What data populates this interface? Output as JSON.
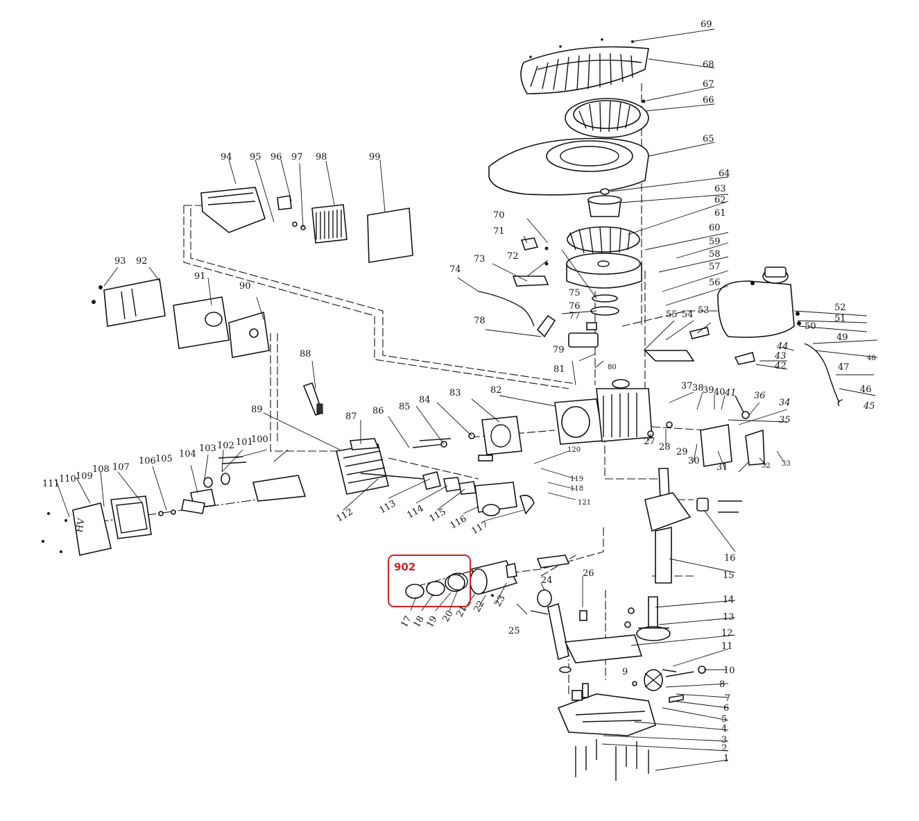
{
  "diagram": {
    "labels": [
      "1",
      "2",
      "3",
      "4",
      "5",
      "6",
      "7",
      "8",
      "9",
      "10",
      "11",
      "12",
      "13",
      "14",
      "15",
      "16",
      "17",
      "18",
      "19",
      "20",
      "21",
      "22",
      "23",
      "24",
      "25",
      "26",
      "27",
      "28",
      "29",
      "30",
      "31",
      "32",
      "33",
      "34",
      "35",
      "36",
      "37",
      "38",
      "39",
      "40",
      "41",
      "42",
      "43",
      "44",
      "45",
      "46",
      "47",
      "48",
      "49",
      "50",
      "51",
      "52",
      "53",
      "54",
      "55",
      "56",
      "57",
      "58",
      "59",
      "60",
      "61",
      "62",
      "63",
      "64",
      "65",
      "66",
      "67",
      "68",
      "69",
      "70",
      "71",
      "72",
      "73",
      "74",
      "75",
      "76",
      "77",
      "78",
      "79",
      "80",
      "81",
      "82",
      "83",
      "84",
      "85",
      "86",
      "87",
      "88",
      "89",
      "90",
      "91",
      "92",
      "93",
      "94",
      "95",
      "96",
      "97",
      "98",
      "99",
      "100",
      "101",
      "102",
      "103",
      "104",
      "105",
      "106",
      "107",
      "108",
      "109",
      "110",
      "111",
      "112",
      "113",
      "114",
      "115",
      "116",
      "117",
      "118",
      "119",
      "120",
      "121"
    ],
    "highlight": {
      "label": "902",
      "color": "#d42020"
    }
  }
}
